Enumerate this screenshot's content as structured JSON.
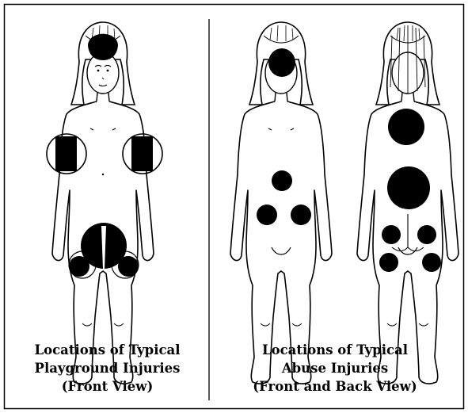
{
  "captions": {
    "playground": {
      "line1": "Locations of Typical",
      "line2": "Playground Injuries",
      "line3": "(Front View)"
    },
    "abuse": {
      "line1": "Locations of Typical",
      "line2": "Abuse Injuries",
      "line3": "(Front and Back View)"
    }
  },
  "colors": {
    "ink": "#000000",
    "paper": "#ffffff"
  }
}
